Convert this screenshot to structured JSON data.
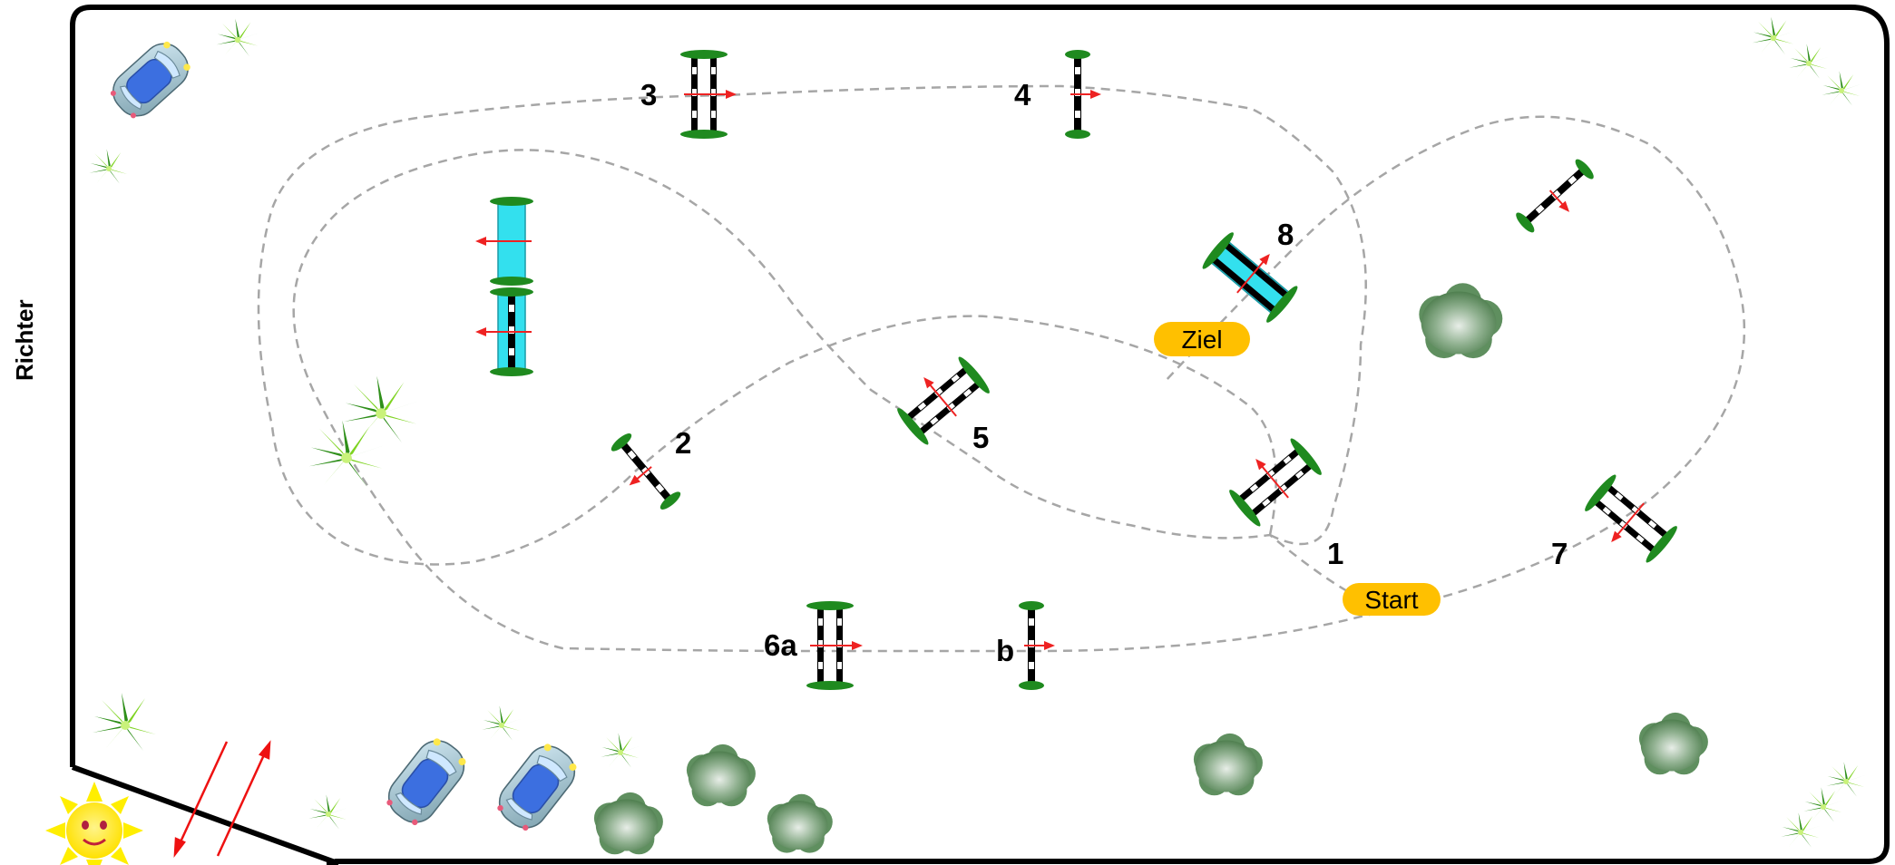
{
  "side_label": "Richter",
  "badges": {
    "start": "Start",
    "finish": "Ziel"
  },
  "obstacle_numbers": {
    "n1": "1",
    "n2": "2",
    "n3": "3",
    "n4": "4",
    "n5": "5",
    "n6a": "6a",
    "nb": "b",
    "n7": "7",
    "n8": "8"
  },
  "colors": {
    "arena_border": "#000000",
    "course_line": "#a6a6a6",
    "badge_fill": "#ffc000",
    "water_fill": "#33e0ee",
    "standard_green": "#1f8a1f",
    "arrow_red": "#ee2222",
    "bush": "#6e9a6e",
    "plant": "#7ed321",
    "sun": "#ffee00",
    "car_body": "#4a78e8"
  },
  "icons": [
    "car-icon",
    "plant-icon",
    "bush-icon",
    "sun-icon",
    "entrance-arrows-icon"
  ]
}
